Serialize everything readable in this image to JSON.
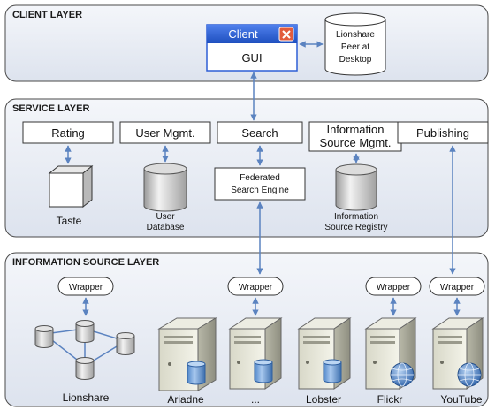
{
  "layers": {
    "client": "CLIENT LAYER",
    "service": "SERVICE LAYER",
    "information_source": "INFORMATION SOURCE LAYER"
  },
  "client": {
    "window_title": "Client",
    "window_body": "GUI",
    "peer_lines": [
      "Lionshare",
      "Peer at",
      "Desktop"
    ]
  },
  "services": {
    "rating": "Rating",
    "user_mgmt": "User Mgmt.",
    "search": "Search",
    "info_source_mgmt": [
      "Information",
      "Source Mgmt."
    ],
    "publishing": "Publishing",
    "federated_engine": [
      "Federated",
      "Search Engine"
    ],
    "taste": "Taste",
    "user_database": [
      "User",
      "Database"
    ],
    "info_source_registry": [
      "Information",
      "Source Registry"
    ]
  },
  "sources": {
    "wrapper": "Wrapper",
    "lionshare": "Lionshare",
    "ariadne": "Ariadne",
    "ellipsis": "...",
    "lobster": "Lobster",
    "flickr": "Flickr",
    "youtube": "YouTube"
  },
  "colors": {
    "panel_fill": "#e9edf4",
    "panel_stroke": "#4a4a4a",
    "arrow": "#5b83c0",
    "window_blue": "#2e5fd6",
    "close_red": "#e25b3c"
  }
}
